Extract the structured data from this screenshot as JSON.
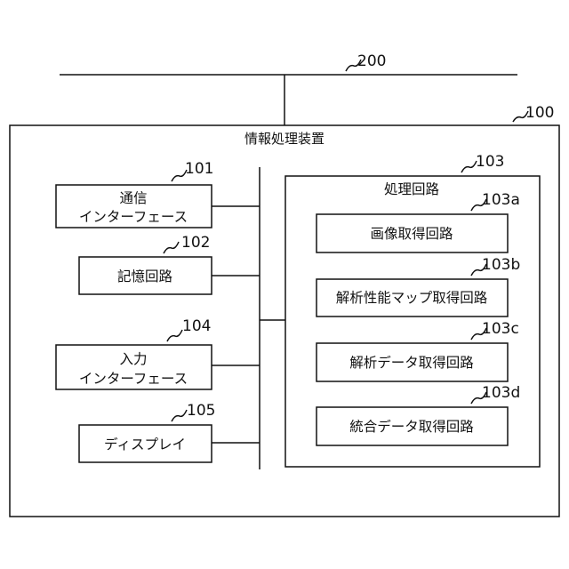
{
  "network": {
    "ref": "200"
  },
  "device": {
    "ref": "100",
    "title": "情報処理装置"
  },
  "comm_if": {
    "ref": "101",
    "line1": "通信",
    "line2": "インターフェース"
  },
  "storage": {
    "ref": "102",
    "label": "記憶回路"
  },
  "input_if": {
    "ref": "104",
    "line1": "入力",
    "line2": "インターフェース"
  },
  "display": {
    "ref": "105",
    "label": "ディスプレイ"
  },
  "processing": {
    "ref": "103",
    "title": "処理回路",
    "image_acq": {
      "ref": "103a",
      "label": "画像取得回路"
    },
    "map_acq": {
      "ref": "103b",
      "label": "解析性能マップ取得回路"
    },
    "analysis_acq": {
      "ref": "103c",
      "label": "解析データ取得回路"
    },
    "integrated_acq": {
      "ref": "103d",
      "label": "統合データ取得回路"
    }
  }
}
